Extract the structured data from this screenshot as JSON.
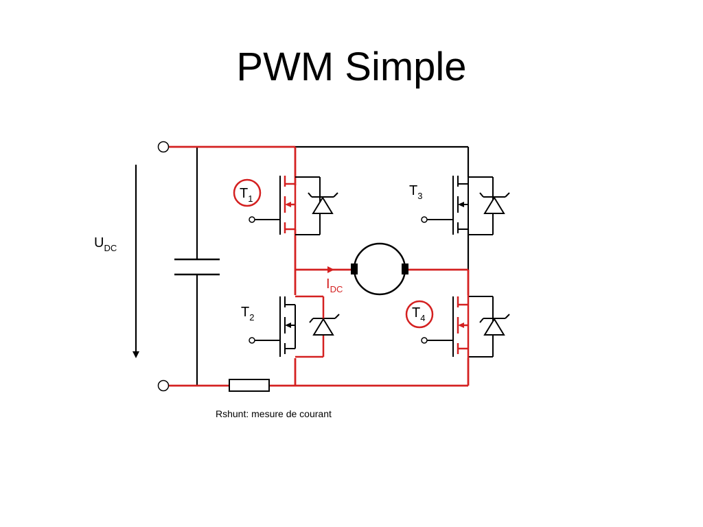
{
  "title": "PWM Simple",
  "labels": {
    "udc_main": "U",
    "udc_sub": "DC",
    "idc_main": "I",
    "idc_sub": "DC",
    "t1_main": "T",
    "t1_sub": "1",
    "t2_main": "T",
    "t2_sub": "2",
    "t3_main": "T",
    "t3_sub": "3",
    "t4_main": "T",
    "t4_sub": "4",
    "caption": "Rshunt: mesure de courant"
  },
  "colors": {
    "highlight": "#d42020",
    "wire": "#000000"
  }
}
